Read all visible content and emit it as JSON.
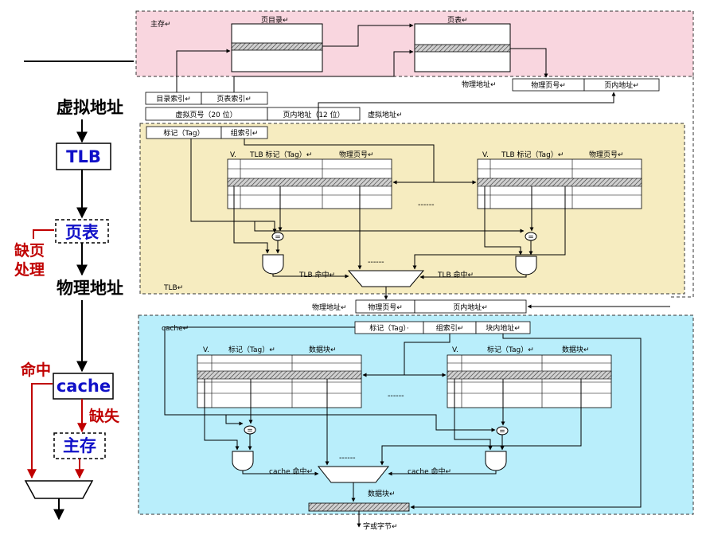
{
  "colors": {
    "main_memory_region": "#f9d6df",
    "tlb_region": "#f6ecc0",
    "cache_region": "#b9eefb",
    "left_box_text": "#1010c8",
    "miss_red": "#c00000"
  },
  "left_flow": {
    "virtual_address": "虚拟地址",
    "tlb": "TLB",
    "page_table": "页表",
    "page_fault_line1": "缺页",
    "page_fault_line2": "处理",
    "physical_address": "物理地址",
    "hit": "命中",
    "cache": "cache",
    "miss": "缺失",
    "main_memory": "主存"
  },
  "main_memory": {
    "label": "主存↵",
    "page_directory": "页目录↵",
    "page_table": "页表↵",
    "physical_address_label": "物理地址↵",
    "physical_page_number": "物理页号↵",
    "page_offset": "页内地址↵"
  },
  "virtual_address": {
    "directory_index": "目录索引↵",
    "table_index": "页表索引↵",
    "virtual_page_number": "虚拟页号（20 位）",
    "page_offset": "页内地址（12 位）",
    "label": "虚拟地址↵"
  },
  "tlb": {
    "tag_field": "标记（Tag）",
    "set_index_field": "组索引↵",
    "valid": "V.",
    "tag_header": "TLB 标记（Tag）↵",
    "ppn_header": "物理页号↵",
    "hit_label": "TLB 命中↵",
    "label": "TLB↵",
    "ellipsis": "------"
  },
  "physical_address": {
    "label": "物理地址↵",
    "ppn": "物理页号↵",
    "offset": "页内地址↵"
  },
  "cache": {
    "label": "cache↵",
    "tag_field": "标记（Tag）·",
    "set_index_field": "组索引↵",
    "block_offset_field": "块内地址↵",
    "valid": "V.",
    "tag_header": "标记（Tag）↵",
    "data_header": "数据块↵",
    "hit_label": "cache 命中↵",
    "data_block": "数据块↵",
    "word_or_byte": "字或字节↵",
    "ellipsis": "------"
  }
}
